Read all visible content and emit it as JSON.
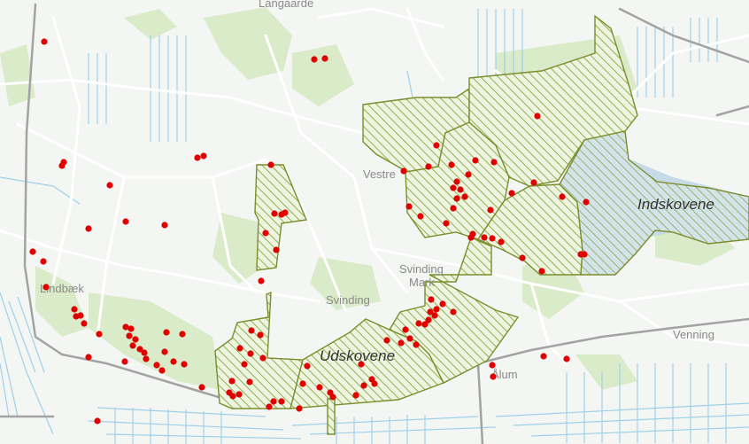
{
  "map": {
    "place_labels": {
      "top": "Langaarde",
      "vestre": "Vestre",
      "svinding_m_1": "Svinding",
      "svinding_m_2": "Mark",
      "svinding": "Svinding",
      "lindbaek": "Lindbæk",
      "alum": "Ålum",
      "venning": "Venning"
    },
    "area_labels": {
      "indskovene": "Indskovene",
      "udskovene": "Udskovene"
    },
    "colors": {
      "background": "#f4f6f3",
      "green_area": "#d9ebc8",
      "hatch_polygon_fill": "#eef4e2",
      "hatch_stroke": "#93b04a",
      "polygon_border": "#7c8d2c",
      "lake": "#c6dbe7",
      "water_lines": "#9fd0ea",
      "roads": "#ffffff",
      "major_road": "#a3a3a3",
      "points": "#e00000"
    },
    "point_symbol": "red-dot"
  }
}
